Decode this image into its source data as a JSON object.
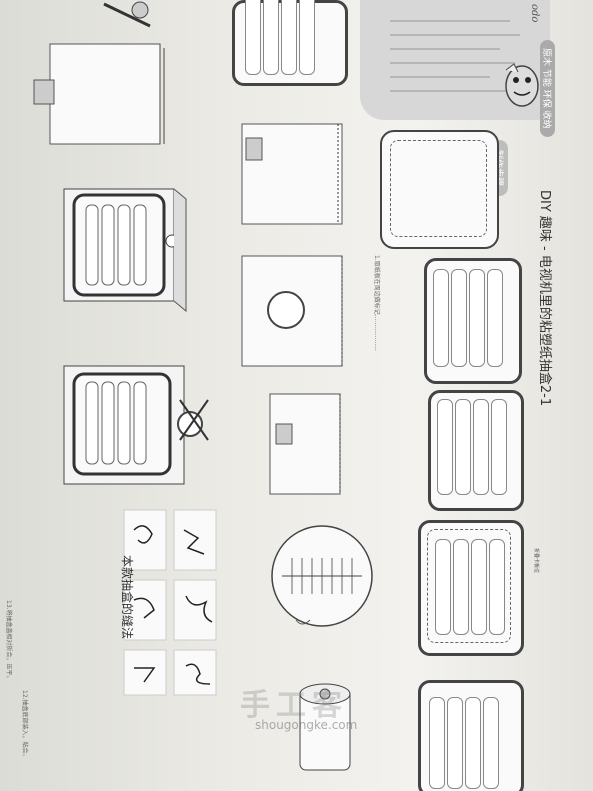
{
  "header": {
    "brand": "odo",
    "tag": "原木 节能 环保 收纳",
    "title": "DIY 趣味 - 电视机里的粘塑纸抽盒2-1",
    "section": "制作步骤"
  },
  "signatures": {
    "heading": "本款抽盒的缝法"
  },
  "watermark": {
    "text": "手工客",
    "url": "shougongke.com"
  },
  "labels": {
    "rack": "折叠卡板位"
  }
}
